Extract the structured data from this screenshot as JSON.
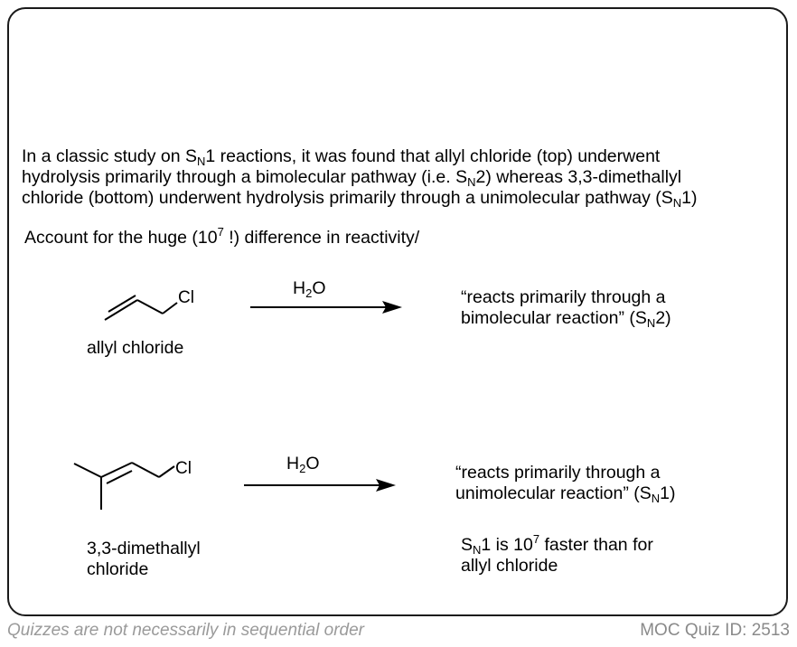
{
  "intro": {
    "line1": [
      "In a classic study on S",
      "N",
      "1 reactions, it was found that allyl chloride (top) underwent"
    ],
    "line2": [
      "hydrolysis primarily through a bimolecular pathway (i.e. S",
      "N",
      "2) whereas 3,3-dimethallyl"
    ],
    "line3": [
      "chloride (bottom) underwent hydrolysis primarily through a unimolecular pathway (S",
      "N",
      "1)"
    ]
  },
  "question": [
    "Account for the huge (10",
    "7",
    " !)  difference in reactivity/"
  ],
  "reaction1": {
    "substituent": "Cl",
    "name": "allyl chloride",
    "reagent": [
      "H",
      "2",
      "O"
    ],
    "result_line1": "“reacts primarily through a",
    "result_line2": [
      "bimolecular reaction” (S",
      "N",
      "2)"
    ]
  },
  "reaction2": {
    "substituent": "Cl",
    "name_line1": "3,3-dimethallyl",
    "name_line2": "chloride",
    "reagent": [
      "H",
      "2",
      "O"
    ],
    "result_line1": "“reacts primarily through a",
    "result_line2": [
      "unimolecular reaction” (S",
      "N",
      "1)"
    ],
    "note_line1": [
      "S",
      "N",
      "1 is 10",
      "7",
      " faster than for"
    ],
    "note_line2": "allyl chloride"
  },
  "footer": {
    "left": "Quizzes are not necessarily in sequential order",
    "right": "MOC Quiz ID: 2513"
  }
}
